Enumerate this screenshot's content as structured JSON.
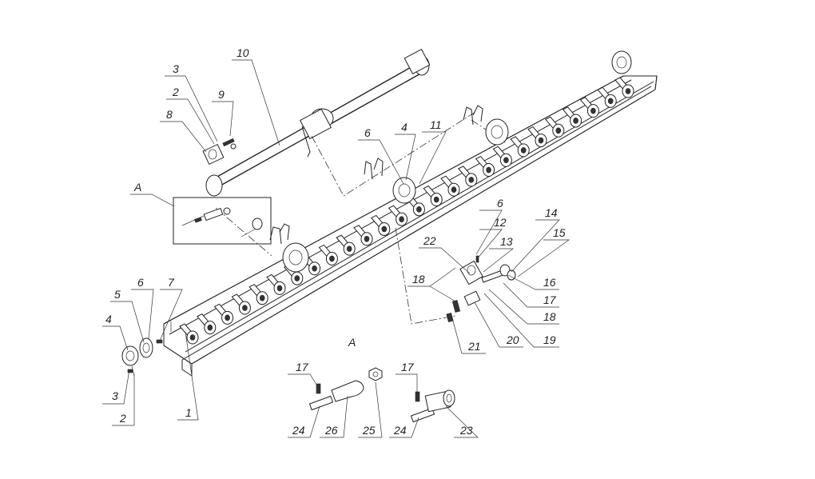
{
  "drawing": {
    "view_label": "A",
    "callouts": [
      {
        "id": "c-1",
        "text": "1"
      },
      {
        "id": "c-2a",
        "text": "2"
      },
      {
        "id": "c-2b",
        "text": "2"
      },
      {
        "id": "c-3a",
        "text": "3"
      },
      {
        "id": "c-3b",
        "text": "3"
      },
      {
        "id": "c-4a",
        "text": "4"
      },
      {
        "id": "c-4b",
        "text": "4"
      },
      {
        "id": "c-5",
        "text": "5"
      },
      {
        "id": "c-6a",
        "text": "6"
      },
      {
        "id": "c-6b",
        "text": "6"
      },
      {
        "id": "c-6c",
        "text": "6"
      },
      {
        "id": "c-7",
        "text": "7"
      },
      {
        "id": "c-8",
        "text": "8"
      },
      {
        "id": "c-9",
        "text": "9"
      },
      {
        "id": "c-10",
        "text": "10"
      },
      {
        "id": "c-11",
        "text": "11"
      },
      {
        "id": "c-12",
        "text": "12"
      },
      {
        "id": "c-13",
        "text": "13"
      },
      {
        "id": "c-14",
        "text": "14"
      },
      {
        "id": "c-15",
        "text": "15"
      },
      {
        "id": "c-16",
        "text": "16"
      },
      {
        "id": "c-17a",
        "text": "17"
      },
      {
        "id": "c-17b",
        "text": "17"
      },
      {
        "id": "c-17c",
        "text": "17"
      },
      {
        "id": "c-18a",
        "text": "18"
      },
      {
        "id": "c-18b",
        "text": "18"
      },
      {
        "id": "c-19",
        "text": "19"
      },
      {
        "id": "c-20",
        "text": "20"
      },
      {
        "id": "c-21",
        "text": "21"
      },
      {
        "id": "c-22",
        "text": "22"
      },
      {
        "id": "c-23",
        "text": "23"
      },
      {
        "id": "c-24a",
        "text": "24"
      },
      {
        "id": "c-24b",
        "text": "24"
      },
      {
        "id": "c-25",
        "text": "25"
      },
      {
        "id": "c-26",
        "text": "26"
      }
    ]
  }
}
